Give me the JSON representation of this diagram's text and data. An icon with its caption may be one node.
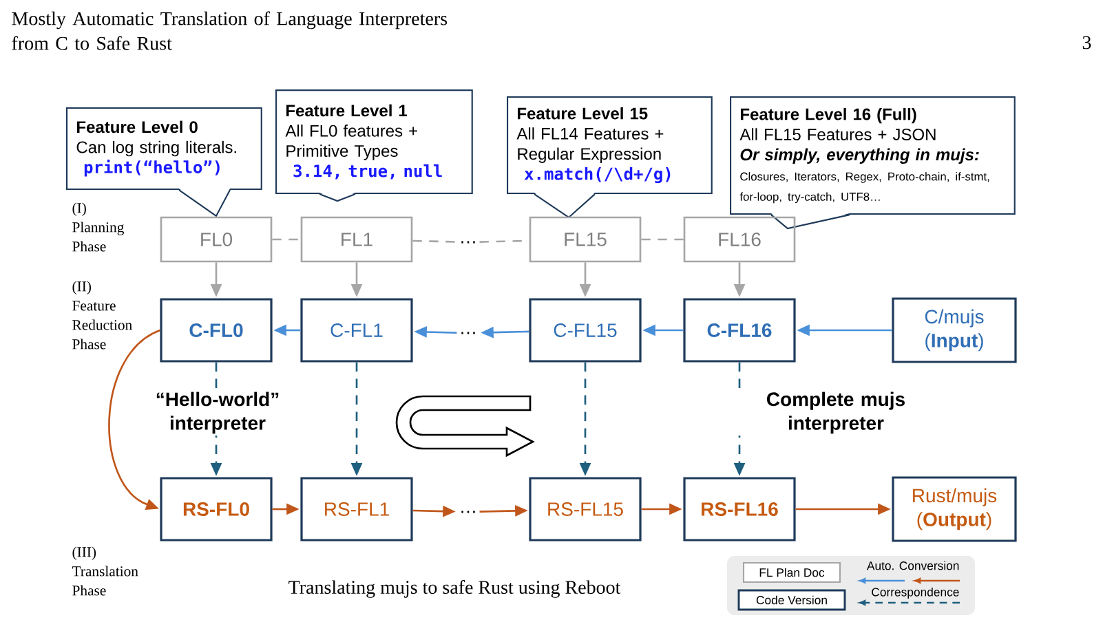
{
  "diagram": {
    "caption": "Translating mujs to safe Rust using Reboot",
    "nodes": [
      {
        "text": [
          "Feature Level 0",
          "Can log string literals.",
          "print(“hello”)"
        ]
      },
      {
        "text": [
          "Feature Level 1",
          "All FL0 features + Primitive Types",
          "3.14, true, null"
        ]
      },
      {
        "text": [
          "Feature Level 15",
          "All FL14 Features + Regular Expression",
          "x.match(/\\d+/g)"
        ]
      },
      {
        "text": [
          "Feature Level 16 (Full)",
          "All FL15 Features + JSON",
          "Or simply, everything in mujs:",
          "Closures, Iterators, Regex, Proto-chain, if-stmt, for-loop, try-catch, UTF8…"
        ]
      },
      {
        "text": [
          "FL0"
        ]
      },
      {
        "text": [
          "FL1"
        ]
      },
      {
        "text": [
          "…"
        ]
      },
      {
        "text": [
          "FL15"
        ]
      },
      {
        "text": [
          "FL16"
        ]
      },
      {
        "text": [
          "C-FL0"
        ]
      },
      {
        "text": [
          "C-FL1"
        ]
      },
      {
        "text": [
          "…"
        ]
      },
      {
        "text": [
          "C-FL15"
        ]
      },
      {
        "text": [
          "C-FL16"
        ]
      },
      {
        "text": [
          "C/mujs (**Input**)"
        ]
      },
      {
        "text": [
          "RS-FL0"
        ]
      },
      {
        "text": [
          "RS-FL1"
        ]
      },
      {
        "text": [
          "…"
        ]
      },
      {
        "text": [
          "RS-FL15"
        ]
      },
      {
        "text": [
          "RS-FL16"
        ]
      },
      {
        "text": [
          "Rust/mujs (**Output**)"
        ]
      }
    ],
    "edges": [
      {
        "from": 4,
        "to": 5,
        "arrow": "none",
        "style": "dashed",
        "color": "#a6a6a6"
      },
      {
        "from": 5,
        "to": 6,
        "arrow": "none",
        "style": "dashed",
        "color": "#a6a6a6"
      },
      {
        "from": 6,
        "to": 7,
        "arrow": "none",
        "style": "dashed",
        "color": "#a6a6a6"
      },
      {
        "from": 7,
        "to": 8,
        "arrow": "none",
        "style": "dashed",
        "color": "#a6a6a6"
      },
      {
        "from": 4,
        "to": 9,
        "arrow": "to",
        "color": "#a6a6a6"
      },
      {
        "from": 5,
        "to": 10,
        "arrow": "to",
        "color": "#a6a6a6"
      },
      {
        "from": 7,
        "to": 12,
        "arrow": "to",
        "color": "#a6a6a6"
      },
      {
        "from": 8,
        "to": 13,
        "arrow": "to",
        "color": "#a6a6a6"
      },
      {
        "from": 10,
        "to": 9,
        "arrow": "to",
        "color": "#4a90d9"
      },
      {
        "from": 11,
        "to": 10,
        "arrow": "to",
        "color": "#4a90d9"
      },
      {
        "from": 12,
        "to": 11,
        "arrow": "to",
        "color": "#4a90d9"
      },
      {
        "from": 13,
        "to": 12,
        "arrow": "to",
        "color": "#4a90d9"
      },
      {
        "from": 14,
        "to": 13,
        "arrow": "to",
        "color": "#4a90d9"
      },
      {
        "from": 9,
        "to": 15,
        "arrow": "to",
        "style": "dashed",
        "color": "#1f5f7f"
      },
      {
        "from": 10,
        "to": 16,
        "arrow": "to",
        "style": "dashed",
        "color": "#1f5f7f"
      },
      {
        "from": 12,
        "to": 18,
        "arrow": "to",
        "style": "dashed",
        "color": "#1f5f7f"
      },
      {
        "from": 13,
        "to": 19,
        "arrow": "to",
        "style": "dashed",
        "color": "#1f5f7f"
      },
      {
        "from": 9,
        "to": 15,
        "arrow": "to",
        "color": "#c0561a"
      },
      {
        "from": 15,
        "to": 16,
        "arrow": "to",
        "color": "#c0561a"
      },
      {
        "from": 16,
        "to": 17,
        "arrow": "to",
        "color": "#c0561a"
      },
      {
        "from": 17,
        "to": 18,
        "arrow": "to",
        "color": "#c0561a"
      },
      {
        "from": 18,
        "to": 19,
        "arrow": "to",
        "color": "#c0561a"
      },
      {
        "from": 19,
        "to": 20,
        "arrow": "to",
        "color": "#c0561a"
      }
    ],
    "labels": [
      "Mostly Automatic Translation of Language Interpreters from C to Safe Rust",
      "3",
      "(I) Planning Phase",
      "(II) Feature Reduction Phase",
      "“Hello-world” interpreter",
      "Complete mujs interpreter",
      "(III) Translation Phase"
    ],
    "legend": [
      {
        "text": "FL Plan Doc"
      },
      {
        "text": "Code Version"
      },
      {
        "text": "Auto. Conversion"
      },
      {
        "text": "Correspondence"
      }
    ]
  }
}
